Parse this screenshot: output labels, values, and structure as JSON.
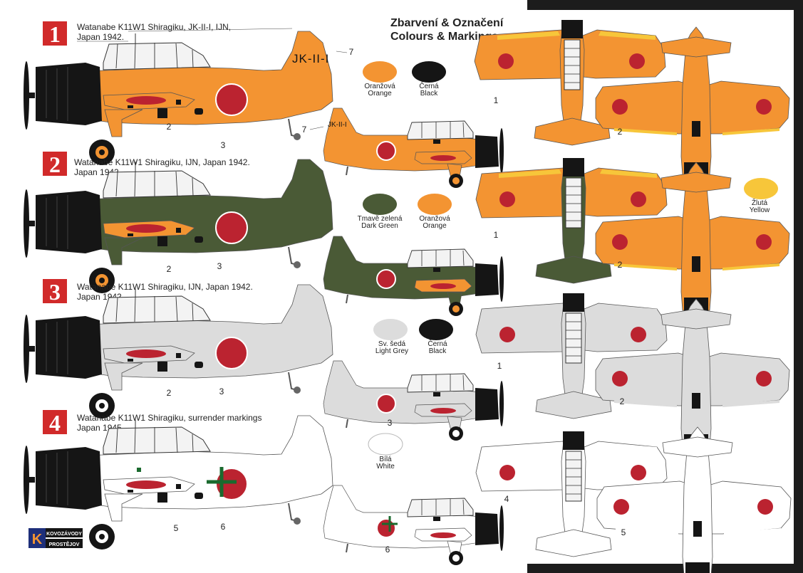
{
  "colors": {
    "orange": "#f39432",
    "black": "#151515",
    "dark_green": "#4a5a36",
    "light_grey": "#dcdcdc",
    "white": "#ffffff",
    "yellow": "#f7c63a",
    "hinomaru": "#bb2330",
    "badge_red": "#d12a2a",
    "cross_green": "#1a6a2e"
  },
  "heading": {
    "line1": "Zbarvení & Označení",
    "line2": "Colours & Markings"
  },
  "schemes": [
    {
      "badge": "1",
      "title_line1": "Watanabe K11W1 Shiragiku, JK-II-I, IJN,",
      "title_line2": "Japan 1942.",
      "tail_code": "JK-II-I",
      "small_tail_code": "JK-II-I",
      "callouts": [
        "2",
        "3",
        "7"
      ],
      "small_callout": "7",
      "top_callout": "1",
      "bottom_callout": "2",
      "swatches": [
        {
          "cs": "Oranžová",
          "en": "Orange"
        },
        {
          "cs": "Černá",
          "en": "Black"
        }
      ]
    },
    {
      "badge": "2",
      "title_line1": "Watanabe K11W1 Shiragiku, IJN, Japan 1942.",
      "title_line2": "Japan 1942.",
      "callouts": [
        "2",
        "3"
      ],
      "top_callout": "1",
      "bottom_callout": "2",
      "swatches": [
        {
          "cs": "Tmavě zelená",
          "en": "Dark Green"
        },
        {
          "cs": "Oranžová",
          "en": "Orange"
        }
      ],
      "extra_swatch": {
        "cs": "Žlutá",
        "en": "Yellow"
      }
    },
    {
      "badge": "3",
      "title_line1": "Watanabe K11W1 Shiragiku, IJN, Japan 1942.",
      "title_line2": "Japan 1942.",
      "callouts": [
        "2",
        "3"
      ],
      "small_callout": "3",
      "top_callout": "1",
      "bottom_callout": "2",
      "swatches": [
        {
          "cs": "Sv. šedá",
          "en": "Light Grey"
        },
        {
          "cs": "Černá",
          "en": "Black"
        }
      ]
    },
    {
      "badge": "4",
      "title_line1": "Watanabe K11W1 Shiragiku, surrender markings",
      "title_line2": "Japan 1945.",
      "callouts": [
        "5",
        "6"
      ],
      "small_callout": "6",
      "top_callout": "4",
      "bottom_callout": "5",
      "swatches": [
        {
          "cs": "Bílá",
          "en": "White"
        }
      ]
    }
  ],
  "logo": {
    "letter": "K",
    "line1": "KOVOZÁVODY",
    "line2": "PROSTĚJOV"
  }
}
